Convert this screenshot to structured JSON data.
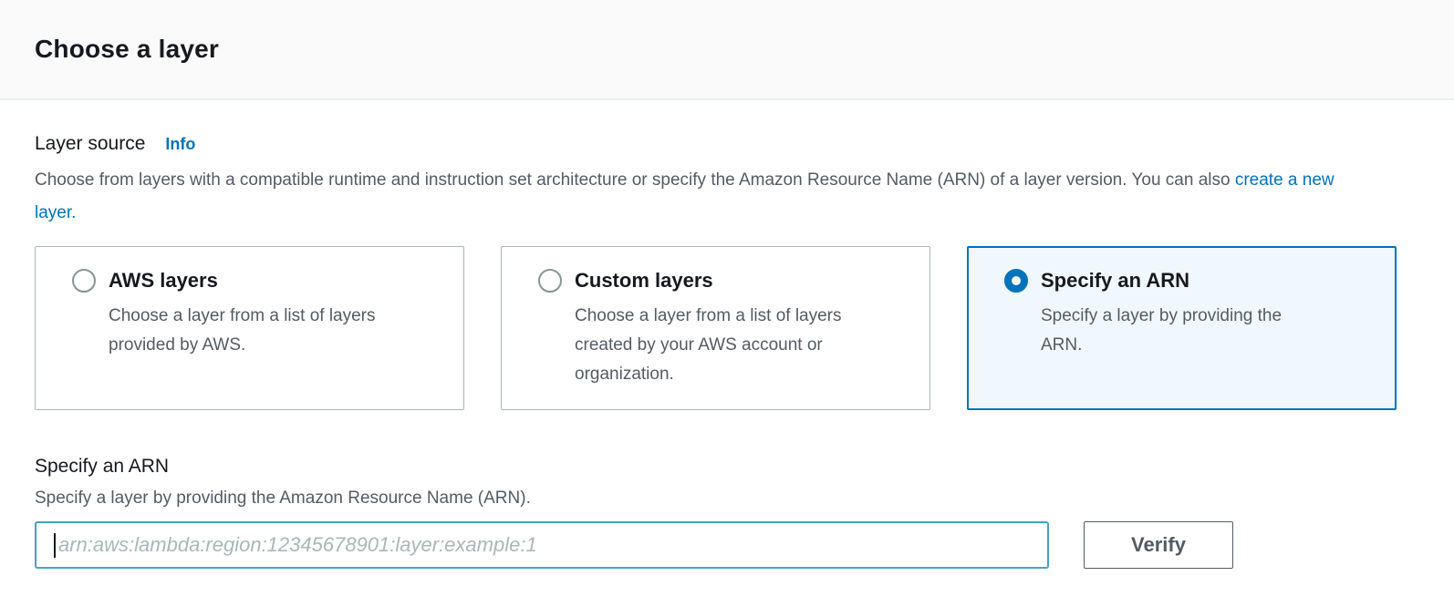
{
  "header": {
    "title": "Choose a layer"
  },
  "layer_source": {
    "label": "Layer source",
    "info_link": "Info",
    "description_part1": "Choose from layers with a compatible runtime and instruction set architecture or specify the Amazon Resource Name (ARN) of a layer version. You can also ",
    "create_layer_link": "create a new layer."
  },
  "options": [
    {
      "title": "AWS layers",
      "description": "Choose a layer from a list of layers provided by AWS.",
      "selected": false
    },
    {
      "title": "Custom layers",
      "description": "Choose a layer from a list of layers created by your AWS account or organization.",
      "selected": false
    },
    {
      "title": "Specify an ARN",
      "description": "Specify a layer by providing the ARN.",
      "selected": true
    }
  ],
  "arn_section": {
    "title": "Specify an ARN",
    "description": "Specify a layer by providing the Amazon Resource Name (ARN).",
    "input_value": "",
    "input_placeholder": "arn:aws:lambda:region:12345678901:layer:example:1",
    "verify_button": "Verify"
  },
  "colors": {
    "accent_blue": "#0073bb",
    "selected_card_bg": "#f1f8fd",
    "card_border": "#aab7b8",
    "text_dark": "#16191f",
    "text_gray": "#545b64",
    "input_focus_border": "#44a2c4",
    "divider": "#eaeded"
  }
}
